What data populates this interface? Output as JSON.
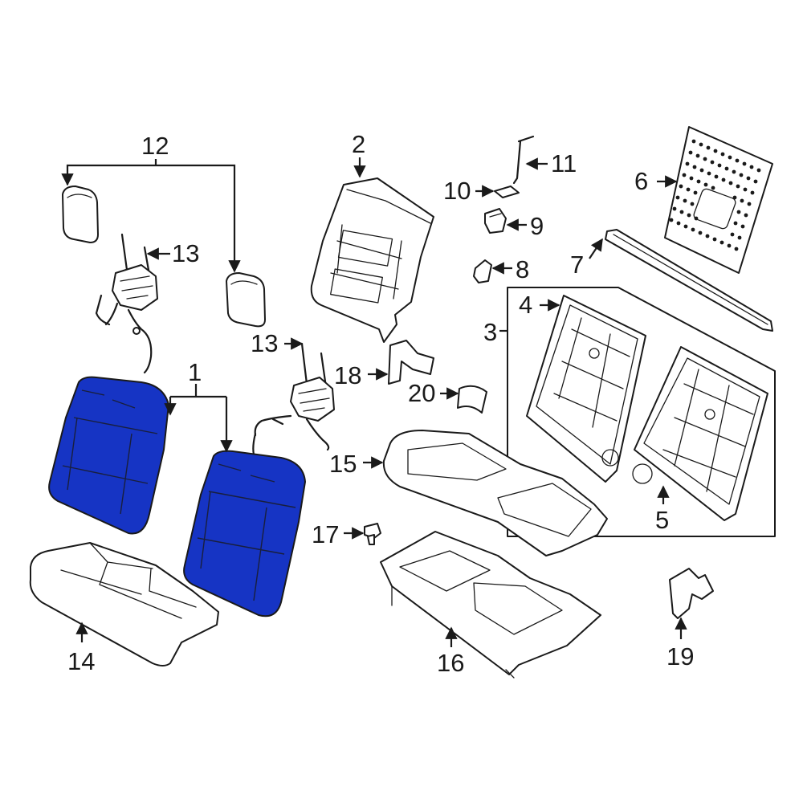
{
  "highlight_color": "#1634c4",
  "callouts": {
    "c1": "1",
    "c2": "2",
    "c3": "3",
    "c4": "4",
    "c5": "5",
    "c6": "6",
    "c7": "7",
    "c8": "8",
    "c9": "9",
    "c10": "10",
    "c11": "11",
    "c12": "12",
    "c13a": "13",
    "c13b": "13",
    "c14": "14",
    "c15": "15",
    "c16": "16",
    "c17": "17",
    "c18": "18",
    "c19": "19",
    "c20": "20"
  }
}
